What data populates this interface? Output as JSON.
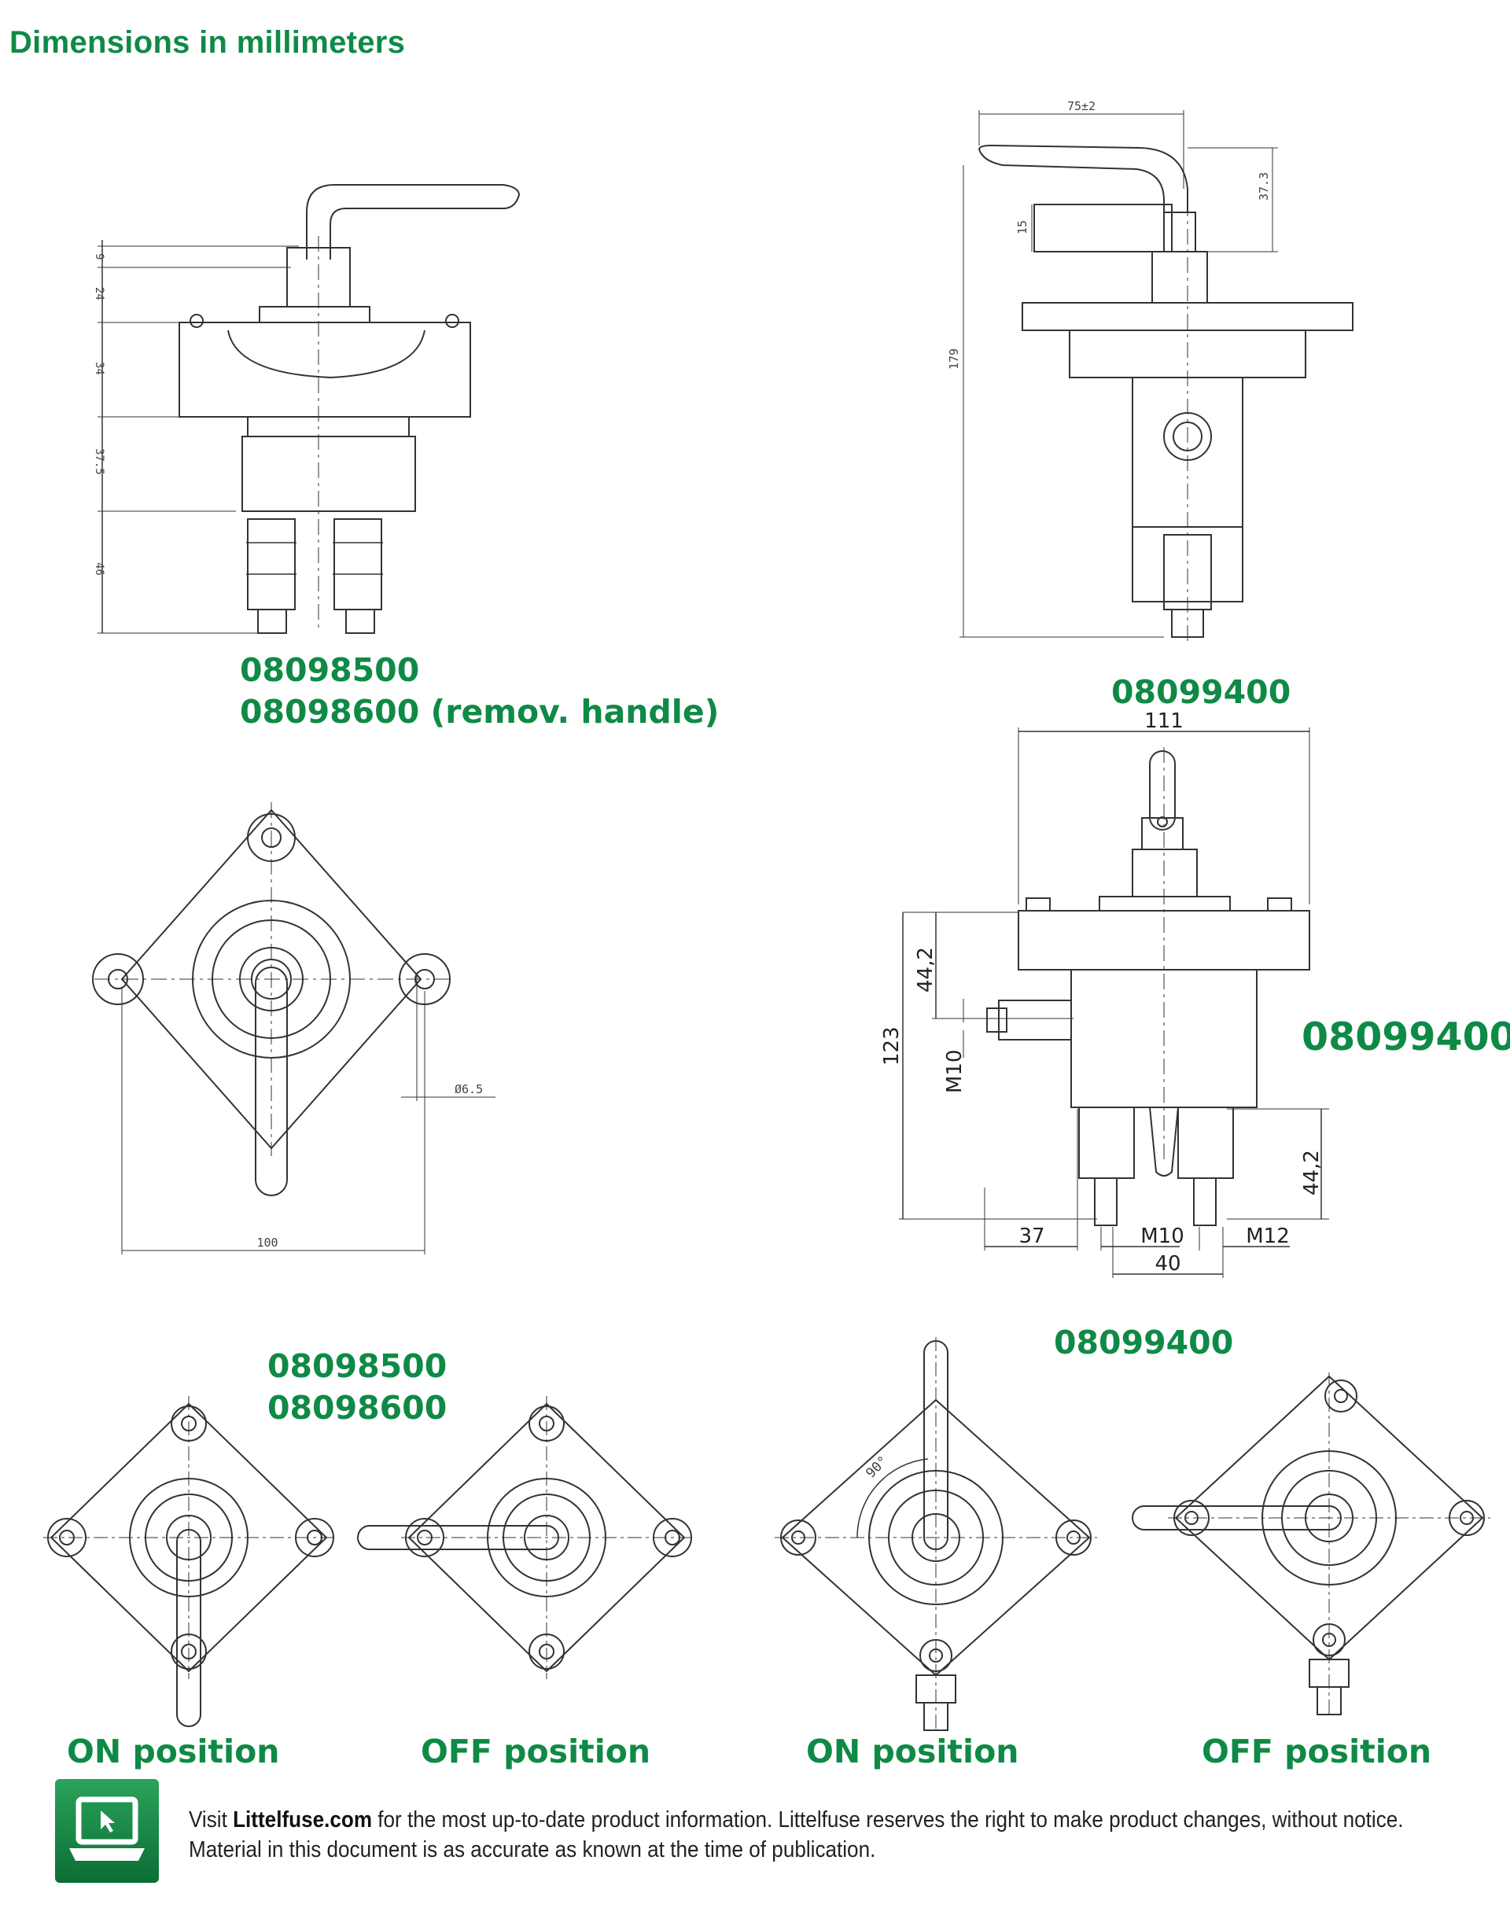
{
  "heading": "Dimensions in millimeters",
  "labels": {
    "pn_08098500": "08098500",
    "pn_08098600_remov": "08098600 (remov. handle)",
    "pn_08099400_top": "08099400",
    "pn_08099400_side": "08099400",
    "pn_08098500_b": "08098500",
    "pn_08098600_b": "08098600",
    "pn_08099400_b": "08099400"
  },
  "positions": {
    "on_1": "ON position",
    "off_1": "OFF position",
    "on_2": "ON position",
    "off_2": "OFF position"
  },
  "dims_small": {
    "d9": "9",
    "d24": "24",
    "d34": "34",
    "d37_5": "37.5",
    "d46": "46",
    "d75": "75±2",
    "d37_3": "37.3",
    "d15": "15",
    "d179": "179",
    "d6_5": "Ø6.5",
    "d100": "100",
    "d90": "90°"
  },
  "dims_large": {
    "d111": "111",
    "d44_2_top": "44,2",
    "d123": "123",
    "dM10_side": "M10",
    "d44_2_right": "44,2",
    "d37": "37",
    "dM10": "M10",
    "dM12": "M12",
    "d40": "40"
  },
  "footer": {
    "visit": "Visit ",
    "site": "Littelfuse.com",
    "line1_rest": " for the most up-to-date product information. Littelfuse reserves the right to make product changes, without notice.",
    "line2": "Material in this document is as accurate as known at the time of publication."
  },
  "colors": {
    "brand_green": "#0f8a46"
  }
}
